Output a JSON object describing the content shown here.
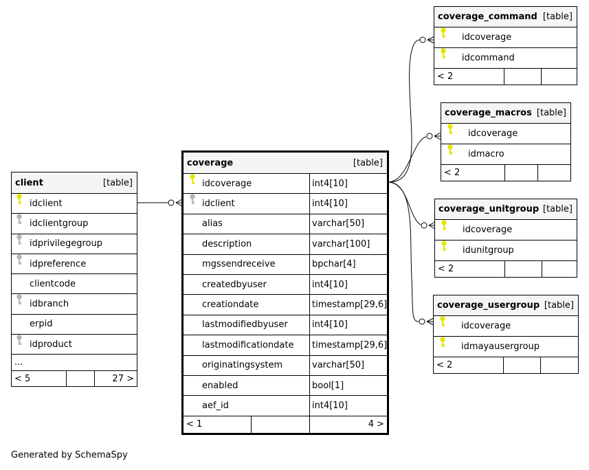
{
  "footer": "Generated by SchemaSpy",
  "table_tag": "[table]",
  "colors": {
    "pk_key": "#e6e600",
    "fk_key": "#b4b4b4",
    "header_bg": "#f5f5f5"
  },
  "tables": {
    "client": {
      "name": "client",
      "columns": [
        {
          "name": "idclient",
          "key": "pk"
        },
        {
          "name": "idclientgroup",
          "key": "fk"
        },
        {
          "name": "idprivilegegroup",
          "key": "fk"
        },
        {
          "name": "idpreference",
          "key": "fk"
        },
        {
          "name": "clientcode",
          "key": ""
        },
        {
          "name": "idbranch",
          "key": "fk"
        },
        {
          "name": "erpid",
          "key": ""
        },
        {
          "name": "idproduct",
          "key": "fk"
        },
        {
          "name": "...",
          "key": ""
        }
      ],
      "footer": {
        "left": "< 5",
        "mid": "",
        "right": "27 >"
      }
    },
    "coverage": {
      "name": "coverage",
      "columns": [
        {
          "name": "idcoverage",
          "type": "int4[10]",
          "key": "pk"
        },
        {
          "name": "idclient",
          "type": "int4[10]",
          "key": "fk"
        },
        {
          "name": "alias",
          "type": "varchar[50]",
          "key": ""
        },
        {
          "name": "description",
          "type": "varchar[100]",
          "key": ""
        },
        {
          "name": "mgssendreceive",
          "type": "bpchar[4]",
          "key": ""
        },
        {
          "name": "createdbyuser",
          "type": "int4[10]",
          "key": ""
        },
        {
          "name": "creationdate",
          "type": "timestamp[29,6]",
          "key": ""
        },
        {
          "name": "lastmodifiedbyuser",
          "type": "int4[10]",
          "key": ""
        },
        {
          "name": "lastmodificationdate",
          "type": "timestamp[29,6]",
          "key": ""
        },
        {
          "name": "originatingsystem",
          "type": "varchar[50]",
          "key": ""
        },
        {
          "name": "enabled",
          "type": "bool[1]",
          "key": ""
        },
        {
          "name": "aef_id",
          "type": "int4[10]",
          "key": ""
        }
      ],
      "footer": {
        "left": "< 1",
        "mid": "",
        "right": "4 >"
      }
    },
    "coverage_command": {
      "name": "coverage_command",
      "columns": [
        {
          "name": "idcoverage",
          "key": "pk"
        },
        {
          "name": "idcommand",
          "key": "pk"
        }
      ],
      "footer": {
        "left": "< 2",
        "mid": "",
        "right": ""
      }
    },
    "coverage_macros": {
      "name": "coverage_macros",
      "columns": [
        {
          "name": "idcoverage",
          "key": "pk"
        },
        {
          "name": "idmacro",
          "key": "pk"
        }
      ],
      "footer": {
        "left": "< 2",
        "mid": "",
        "right": ""
      }
    },
    "coverage_unitgroup": {
      "name": "coverage_unitgroup",
      "columns": [
        {
          "name": "idcoverage",
          "key": "pk"
        },
        {
          "name": "idunitgroup",
          "key": "pk"
        }
      ],
      "footer": {
        "left": "< 2",
        "mid": "",
        "right": ""
      }
    },
    "coverage_usergroup": {
      "name": "coverage_usergroup",
      "columns": [
        {
          "name": "idcoverage",
          "key": "pk"
        },
        {
          "name": "idmayausergroup",
          "key": "pk"
        }
      ],
      "footer": {
        "left": "< 2",
        "mid": "",
        "right": ""
      }
    }
  },
  "relationships": [
    {
      "from": "client.idclient",
      "to": "coverage.idclient"
    },
    {
      "from": "coverage.idcoverage",
      "to": "coverage_command.idcoverage"
    },
    {
      "from": "coverage.idcoverage",
      "to": "coverage_macros.idcoverage"
    },
    {
      "from": "coverage.idcoverage",
      "to": "coverage_unitgroup.idcoverage"
    },
    {
      "from": "coverage.idcoverage",
      "to": "coverage_usergroup.idcoverage"
    }
  ]
}
